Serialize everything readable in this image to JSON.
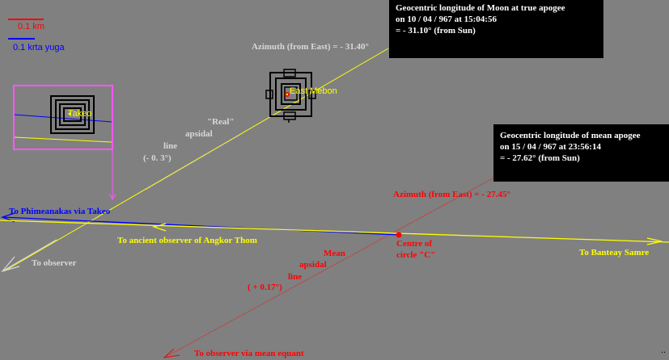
{
  "scale_bar": {
    "km_label": "0.1 km",
    "km_color": "#ff0000",
    "yuga_label": "0.1 krta yuga",
    "yuga_color": "#0000ff"
  },
  "info_boxes": {
    "true_apogee": {
      "line1": "Geocentric longitude of Moon at true apogee",
      "line2": "on 10 / 04 / 967 at 15:04:56",
      "line3": "= - 31.10° (from Sun)"
    },
    "mean_apogee": {
      "line1": "Geocentric longitude of mean apogee",
      "line2": "on 15 / 04 / 967 at 23:56:14",
      "line3": "= - 27.62° (from Sun)"
    }
  },
  "labels": {
    "azimuth_true": "Azimuth (from East) = - 31.40°",
    "azimuth_mean": "Azimuth (from East) = - 27.45°",
    "real_line_1": "\"Real\"",
    "real_line_2": "apsidal",
    "real_line_3": "line",
    "real_line_4": "(- 0. 3°)",
    "mean_line_1": "Mean",
    "mean_line_2": "apsidal",
    "mean_line_3": "line",
    "mean_line_4": "( + 0.17°)",
    "to_phimeanakas": "To Phimeanakas via Takeo",
    "to_ancient_observer": "To ancient observer of Angkor Thom",
    "to_observer": "To observer",
    "to_observer_mean": "To observer via mean equant",
    "to_banteay_samre": "To Banteay Samre",
    "centre_1": "Centre of",
    "centre_2": "circle \"C\"",
    "east_mebon": "East Mebon",
    "takeo": "Takeo",
    "corner_mark": ".."
  },
  "colors": {
    "background": "#808080",
    "yellow": "#ffff00",
    "red": "#ff0000",
    "blue": "#0000ff",
    "magenta": "#ff55ff",
    "light_gray": "#d8d8d8"
  }
}
